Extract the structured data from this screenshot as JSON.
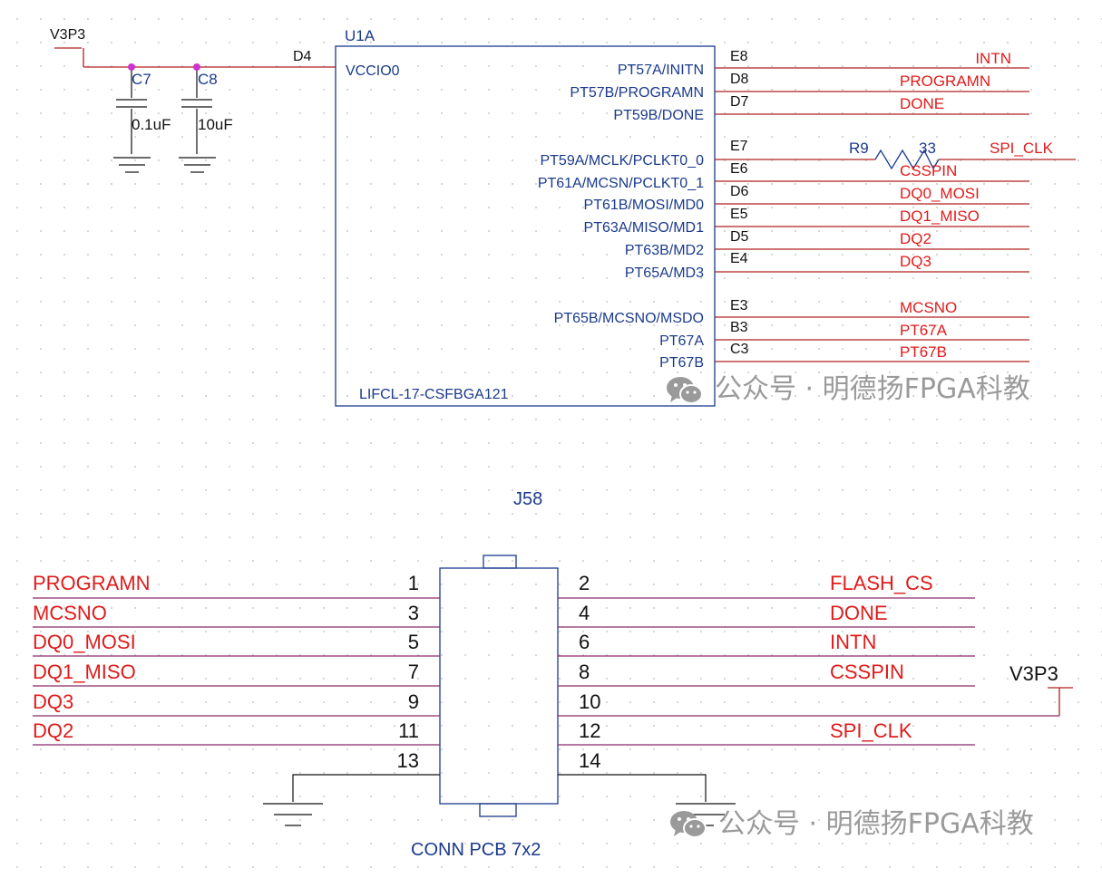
{
  "colors": {
    "wire_red": "#b02020",
    "net_label": "#e01b1b",
    "pin_name": "#1a3a8c",
    "part": "#1a3a8c",
    "junction": "#cc33cc",
    "watermark": "#9a9a9a"
  },
  "top": {
    "power_label": "V3P3",
    "caps": [
      {
        "ref": "C7",
        "value": "0.1uF"
      },
      {
        "ref": "C8",
        "value": "10uF"
      }
    ],
    "u1": {
      "ref": "U1A",
      "part": "LIFCL-17-CSFBGA121",
      "left_pin": {
        "pin": "D4",
        "name": "VCCIO0"
      },
      "right_pins": [
        {
          "pin": "E8",
          "name": "PT57A/INITN",
          "net": "INTN"
        },
        {
          "pin": "D8",
          "name": "PT57B/PROGRAMN",
          "net": "PROGRAMN"
        },
        {
          "pin": "D7",
          "name": "PT59B/DONE",
          "net": "DONE"
        },
        {
          "pin": "E7",
          "name": "PT59A/MCLK/PCLKT0_0",
          "net": ""
        },
        {
          "pin": "E6",
          "name": "PT61A/MCSN/PCLKT0_1",
          "net": "CSSPIN"
        },
        {
          "pin": "D6",
          "name": "PT61B/MOSI/MD0",
          "net": "DQ0_MOSI"
        },
        {
          "pin": "E5",
          "name": "PT63A/MISO/MD1",
          "net": "DQ1_MISO"
        },
        {
          "pin": "D5",
          "name": "PT63B/MD2",
          "net": "DQ2"
        },
        {
          "pin": "E4",
          "name": "PT65A/MD3",
          "net": "DQ3"
        },
        {
          "pin": "E3",
          "name": "PT65B/MCSNO/MSDO",
          "net": "MCSNO"
        },
        {
          "pin": "B3",
          "name": "PT67A",
          "net": "PT67A"
        },
        {
          "pin": "C3",
          "name": "PT67B",
          "net": "PT67B"
        }
      ]
    },
    "resistor": {
      "ref": "R9",
      "value": "33",
      "net": "SPI_CLK"
    }
  },
  "bottom": {
    "ref": "J58",
    "part": "CONN PCB 7x2",
    "power_label": "V3P3",
    "rows": [
      {
        "left_pin": "1",
        "left_net": "PROGRAMN",
        "right_pin": "2",
        "right_net": "FLASH_CS"
      },
      {
        "left_pin": "3",
        "left_net": "MCSNO",
        "right_pin": "4",
        "right_net": "DONE"
      },
      {
        "left_pin": "5",
        "left_net": "DQ0_MOSI",
        "right_pin": "6",
        "right_net": "INTN"
      },
      {
        "left_pin": "7",
        "left_net": "DQ1_MISO",
        "right_pin": "8",
        "right_net": "CSSPIN"
      },
      {
        "left_pin": "9",
        "left_net": "DQ3",
        "right_pin": "10",
        "right_net": ""
      },
      {
        "left_pin": "11",
        "left_net": "DQ2",
        "right_pin": "12",
        "right_net": "SPI_CLK"
      },
      {
        "left_pin": "13",
        "left_net": "",
        "right_pin": "14",
        "right_net": ""
      }
    ]
  },
  "watermark": {
    "text": "公众号 · 明德扬FPGA科教",
    "icon": "wechat-icon"
  }
}
